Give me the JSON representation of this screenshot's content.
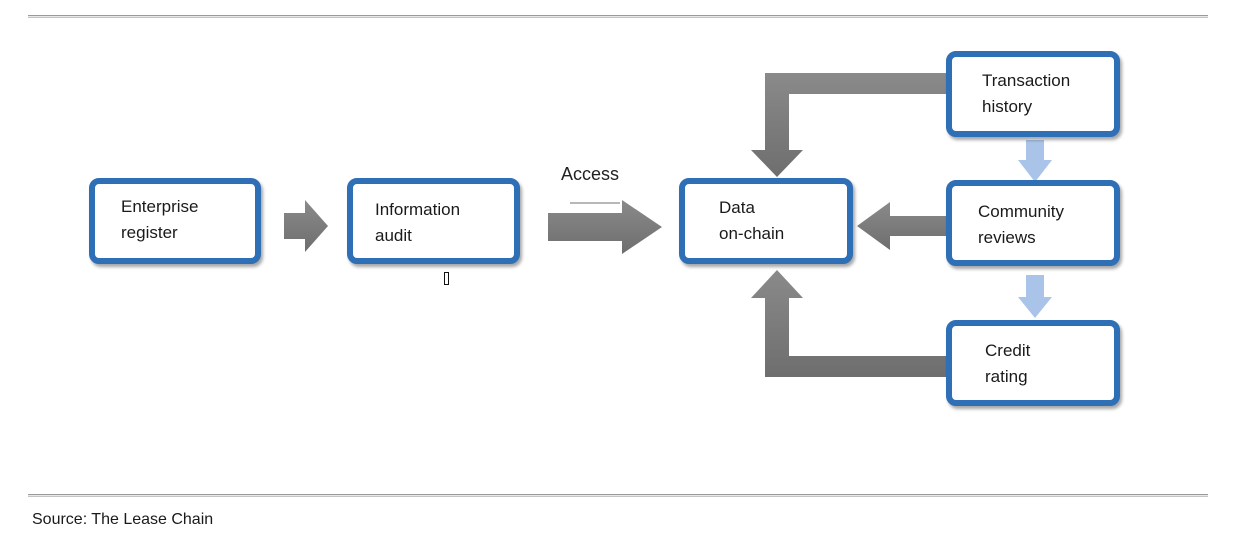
{
  "nodes": {
    "enterprise_register": "Enterprise\nregister",
    "information_audit": "Information\naudit",
    "data_on_chain": "Data\non-chain",
    "transaction_history": "Transaction\nhistory",
    "community_reviews": "Community\nreviews",
    "credit_rating": "Credit\nrating"
  },
  "edge_labels": {
    "access": "Access"
  },
  "source": "Source: The Lease Chain",
  "colors": {
    "box_border": "#2f6fb6",
    "arrow_gray": "#7f7f7f",
    "arrow_blue": "#a9c4e8"
  }
}
